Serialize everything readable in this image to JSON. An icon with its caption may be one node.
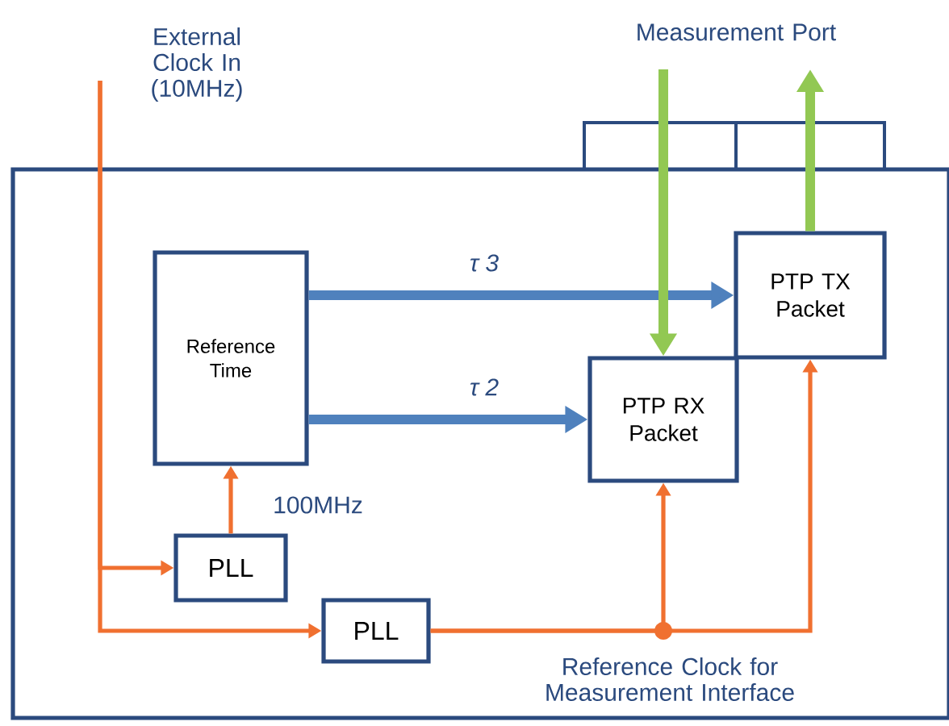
{
  "diagram": {
    "nodes": [
      {
        "text": [],
        "shape": "box"
      },
      {
        "text": [
          "Reference Time"
        ],
        "in": 0
      },
      {
        "text": [
          "PTP TX Packet"
        ],
        "in": 0
      },
      {
        "text": [
          "PTP RX Packet"
        ],
        "in": 0
      },
      {
        "text": [
          "PLL"
        ],
        "in": 0
      },
      {
        "text": [
          "PLL"
        ],
        "in": 0
      }
    ],
    "edges": [
      {
        "from": 1,
        "to": 2,
        "arrow": "to",
        "label": "τ 3",
        "style": "thick",
        "color": "#4f81bd"
      },
      {
        "from": 1,
        "to": 3,
        "arrow": "to",
        "label": "τ 2",
        "style": "thick",
        "color": "#4f81bd"
      },
      {
        "from": 4,
        "to": 1,
        "arrow": "to",
        "label": "100MHz"
      },
      {
        "from": null,
        "to": 4,
        "arrow": "to"
      },
      {
        "from": null,
        "to": 5,
        "arrow": "to"
      },
      {
        "from": 5,
        "to": 3,
        "arrow": "to"
      },
      {
        "from": 5,
        "to": 2,
        "arrow": "to"
      },
      {
        "from": null,
        "to": 3,
        "arrow": "to",
        "style": "thick",
        "color": "#92c853"
      },
      {
        "from": 2,
        "to": null,
        "arrow": "to",
        "style": "thick",
        "color": "#92c853"
      }
    ],
    "labels": [
      "External Clock In (10MHz)",
      "Measurement Port",
      "Reference Clock for Measurement Interface"
    ]
  }
}
